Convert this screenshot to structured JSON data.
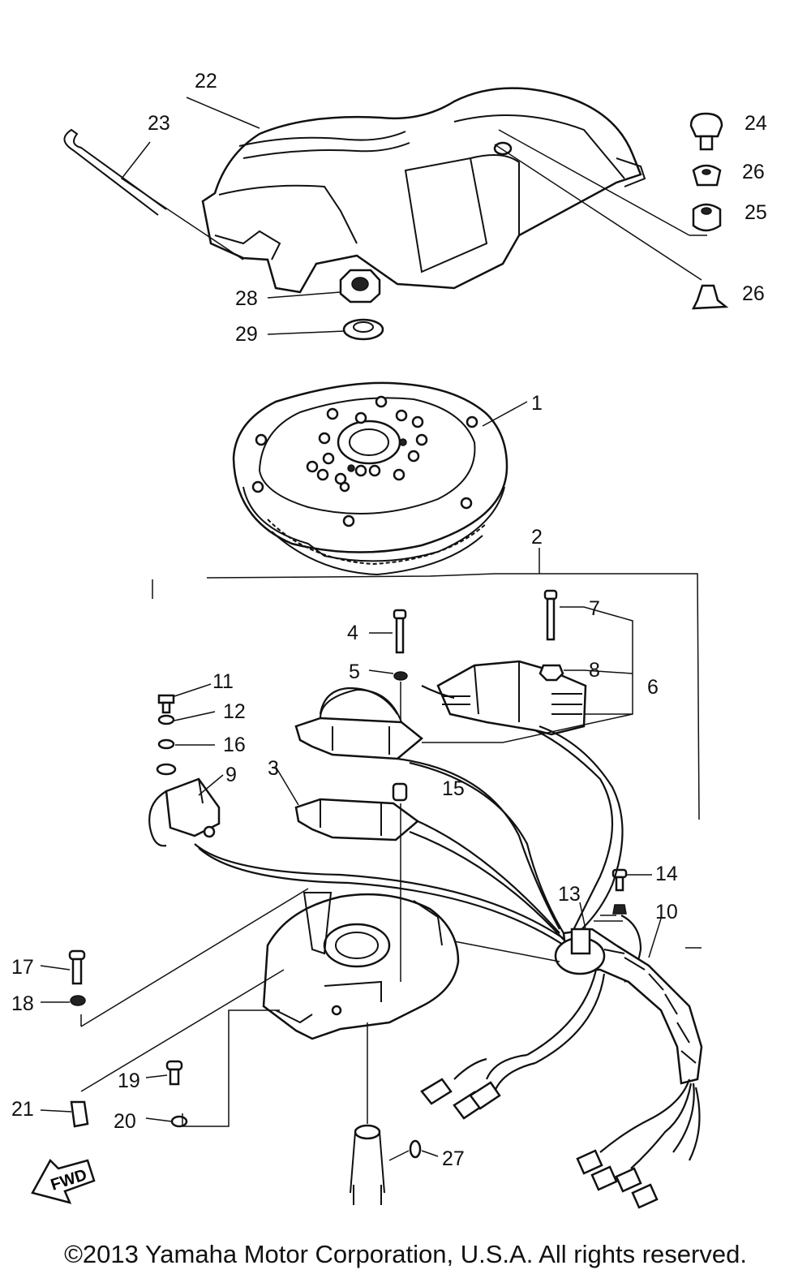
{
  "labels": {
    "p1": "1",
    "p2": "2",
    "p3": "3",
    "p4": "4",
    "p5": "5",
    "p6": "6",
    "p7": "7",
    "p8": "8",
    "p9": "9",
    "p10": "10",
    "p11": "11",
    "p12": "12",
    "p13": "13",
    "p14": "14",
    "p15": "15",
    "p16": "16",
    "p17": "17",
    "p18": "18",
    "p19": "19",
    "p20": "20",
    "p21": "21",
    "p22": "22",
    "p23": "23",
    "p24": "24",
    "p25": "25",
    "p26a": "26",
    "p26b": "26",
    "p27": "27",
    "p28": "28",
    "p29": "29"
  },
  "fwd_badge": "FWD",
  "copyright": "©2013 Yamaha Motor Corporation, U.S.A. All rights reserved."
}
